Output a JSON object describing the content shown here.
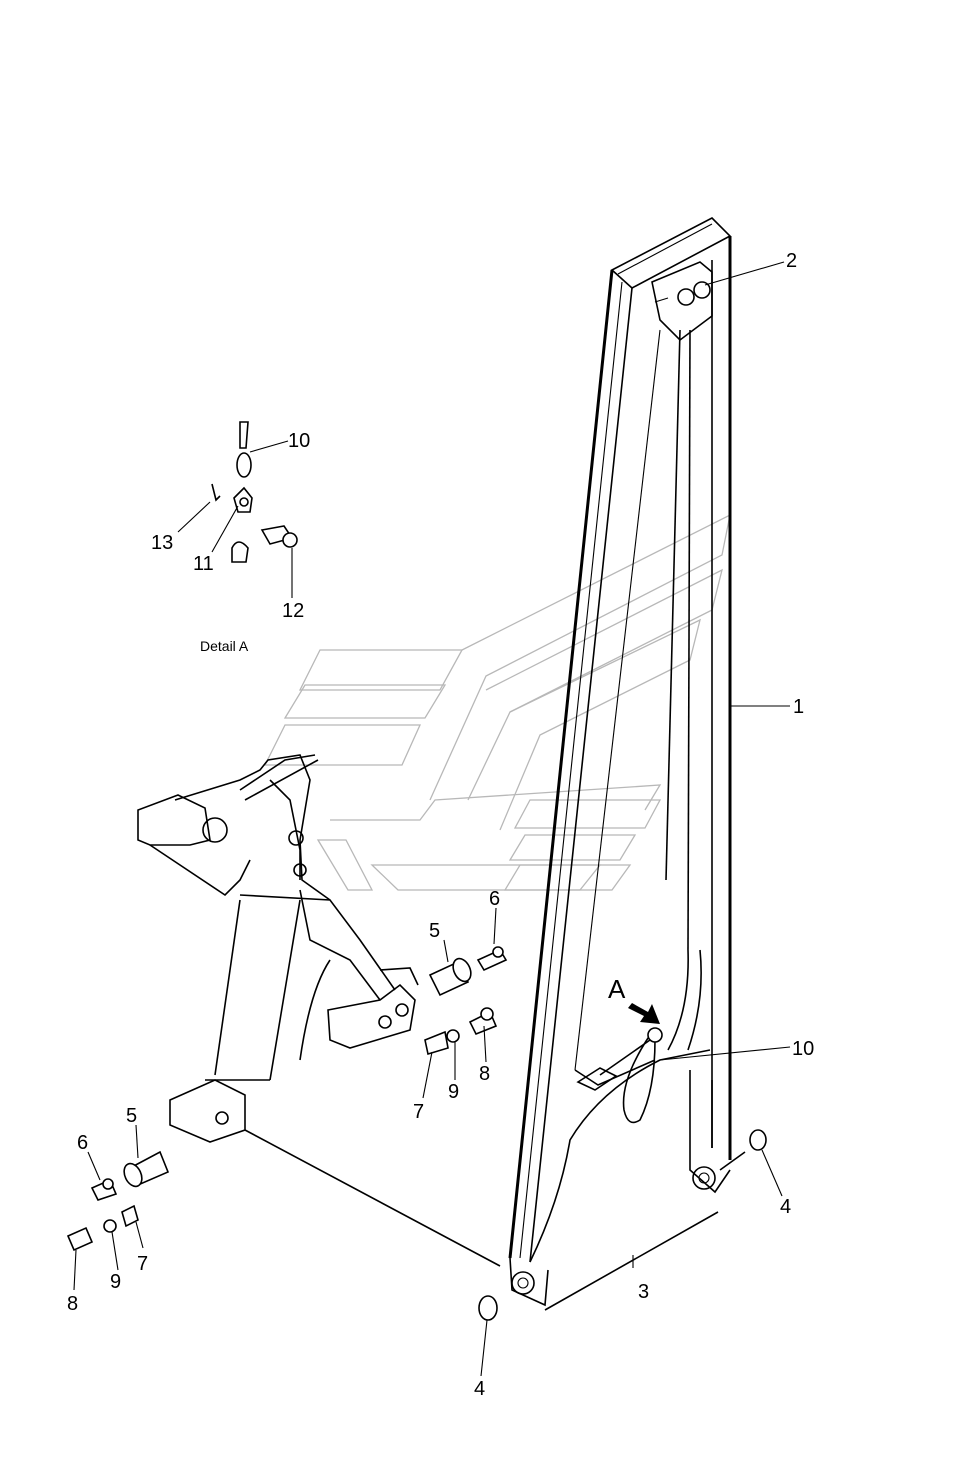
{
  "detail_title": "Detail A",
  "view_marker": "A",
  "callouts": {
    "c1": "1",
    "c2": "2",
    "c3": "3",
    "c4_right": "4",
    "c4_bottom": "4",
    "c5_upper": "5",
    "c5_lower": "5",
    "c6_upper": "6",
    "c6_lower": "6",
    "c7_upper": "7",
    "c7_lower": "7",
    "c8_upper": "8",
    "c8_lower": "8",
    "c9_upper": "9",
    "c9_lower": "9",
    "c10_detail": "10",
    "c10_main": "10",
    "c11": "11",
    "c12": "12",
    "c13": "13"
  },
  "colors": {
    "line": "#000000",
    "watermark": "#b8b8b8",
    "background": "#ffffff"
  }
}
